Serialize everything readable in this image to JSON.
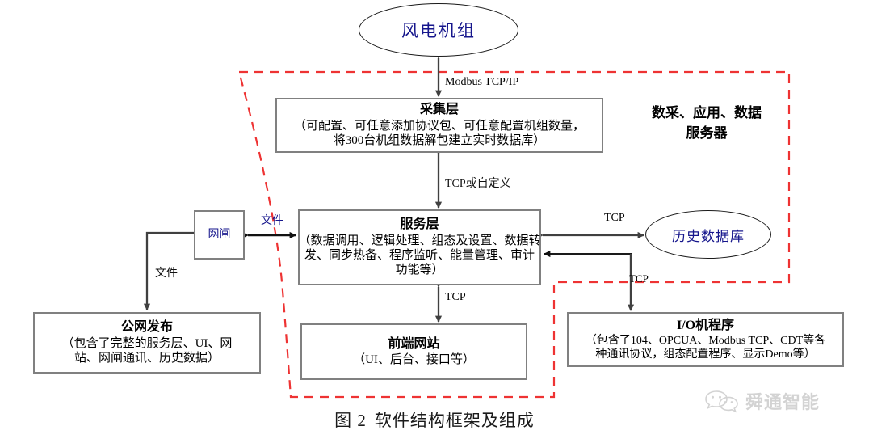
{
  "figure": {
    "caption_number": "图 2",
    "caption_title": "软件结构框架及组成"
  },
  "zone_label": {
    "line1": "数采、应用、数据",
    "line2": "服务器"
  },
  "nodes": {
    "wind_farm": {
      "label": "风电机组"
    },
    "collection_layer": {
      "title": "采集层",
      "line1": "（可配置、可任意添加协议包、可任意配置机组数量，",
      "line2": "将300台机组数据解包建立实时数据库）"
    },
    "service_layer": {
      "title": "服务层",
      "line1": "（数据调用、逻辑处理、组态及设置、数据转",
      "line2": "发、同步热备、程序监听、能量管理、审计",
      "line3": "功能等）"
    },
    "gatekeeper": {
      "label": "网闸"
    },
    "history_db": {
      "label": "历史数据库"
    },
    "public_release": {
      "title": "公网发布",
      "line1": "（包含了完整的服务层、UI、网",
      "line2": "站、网闸通讯、历史数据）"
    },
    "front_site": {
      "title": "前端网站",
      "line1": "（UI、后台、接口等）"
    },
    "io_program": {
      "title": "I/O机程序",
      "line1": "（包含了104、OPCUA、Modbus TCP、CDT等各",
      "line2": "种通讯协议，组态配置程序、显示Demo等）"
    }
  },
  "edges": {
    "wind_to_collection": "Modbus TCP/IP",
    "collection_to_service": "TCP或自定义",
    "service_to_history": "TCP",
    "io_to_service": "TCP",
    "service_to_front": "TCP",
    "gate_to_service": "文件",
    "gate_to_public": "文件"
  },
  "watermark": {
    "text": "舜通智能"
  },
  "colors": {
    "box_border": "#808080",
    "ellipse_border": "#1a1a1a",
    "zone_dashed": "#ee3333",
    "arrow": "#4d4d4d",
    "text_blue": "#16168c"
  }
}
